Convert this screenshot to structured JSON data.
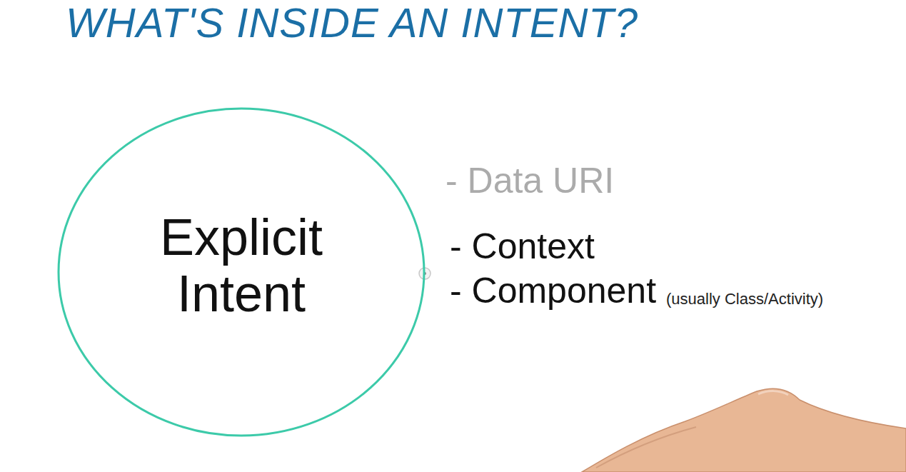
{
  "diagram": {
    "title": "WHAT'S INSIDE AN INTENT?",
    "nodes": [
      {
        "text": [
          "Explicit Intent"
        ]
      }
    ],
    "labels": [
      "- Data URI",
      "- Context",
      "- Component",
      "(usually Class/Activity)"
    ]
  }
}
